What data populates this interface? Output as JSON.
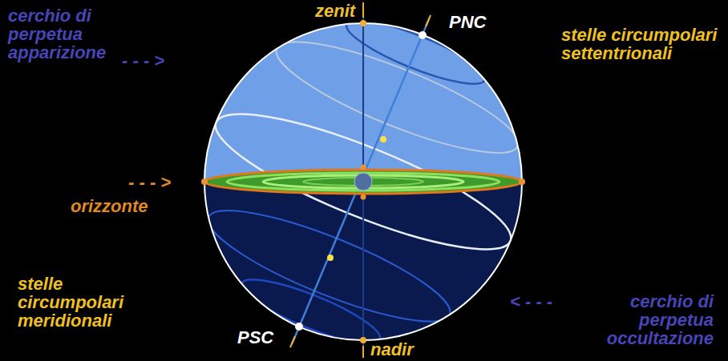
{
  "diagram": {
    "labels": [
      "cerchio di perpetua apparizione",
      "- - - >",
      "zenit",
      "PNC",
      "stelle circumpolari settentrionali",
      "- - - >",
      "orizzonte",
      "stelle circumpolari meridionali",
      "< - - -",
      "cerchio di perpetua occultazione",
      "PSC",
      "nadir"
    ]
  }
}
